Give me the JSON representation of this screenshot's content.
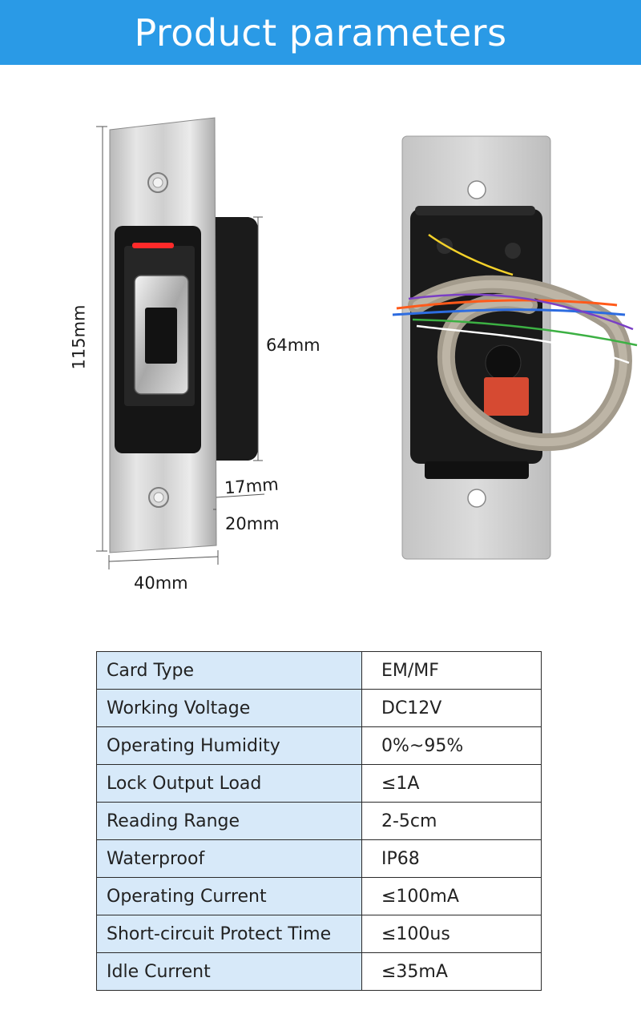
{
  "header": {
    "title": "Product parameters"
  },
  "dimensions": {
    "height": "115mm",
    "depth_body": "64mm",
    "thickness_a": "17mm",
    "thickness_b": "20mm",
    "width": "40mm"
  },
  "specs": [
    {
      "label": "Card Type",
      "value": "EM/MF"
    },
    {
      "label": "Working Voltage",
      "value": "DC12V"
    },
    {
      "label": "Operating Humidity",
      "value": "0%~95%"
    },
    {
      "label": "Lock Output Load",
      "value": "≤1A"
    },
    {
      "label": "Reading Range",
      "value": "2-5cm"
    },
    {
      "label": "Waterproof",
      "value": "IP68"
    },
    {
      "label": "Operating Current",
      "value": "≤100mA"
    },
    {
      "label": "Short-circuit Protect Time",
      "value": "≤100us"
    },
    {
      "label": "Idle Current",
      "value": "≤35mA"
    }
  ],
  "colors": {
    "banner": "#2a9ae6",
    "label_cell": "#d7e9f9"
  }
}
